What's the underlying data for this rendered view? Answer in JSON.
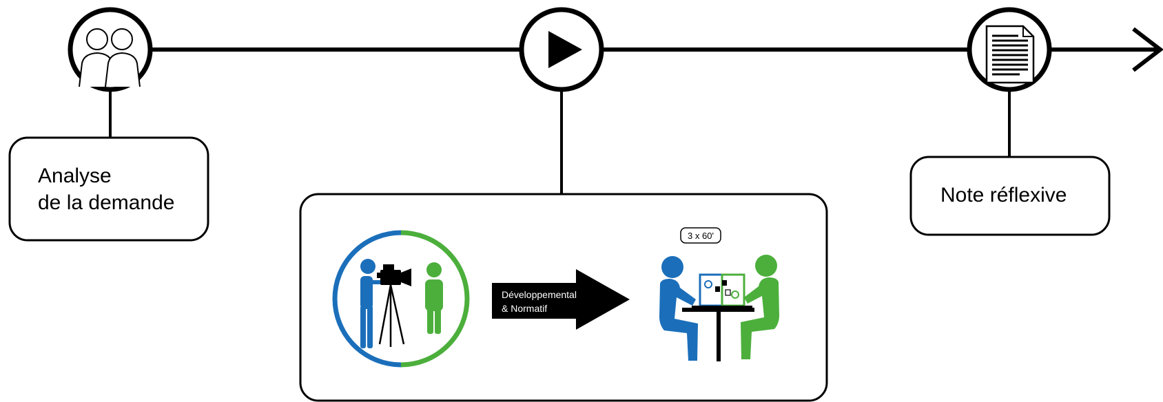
{
  "timeline": {
    "steps": [
      {
        "icon": "two-persons-icon",
        "label_lines": [
          "Analyse",
          "de la demande"
        ]
      },
      {
        "icon": "play-icon"
      },
      {
        "icon": "document-icon",
        "label_lines": [
          "Note réflexive"
        ]
      }
    ]
  },
  "process": {
    "filming_icon": "filming-scene-icon",
    "arrow_lines": [
      "Développemental",
      "& Normatif"
    ],
    "duration_badge": "3 x 60'",
    "discussion_icon": "video-review-discussion-icon"
  },
  "colors": {
    "line": "#000000",
    "blue": "#1b6fba",
    "green": "#4caf3c"
  }
}
